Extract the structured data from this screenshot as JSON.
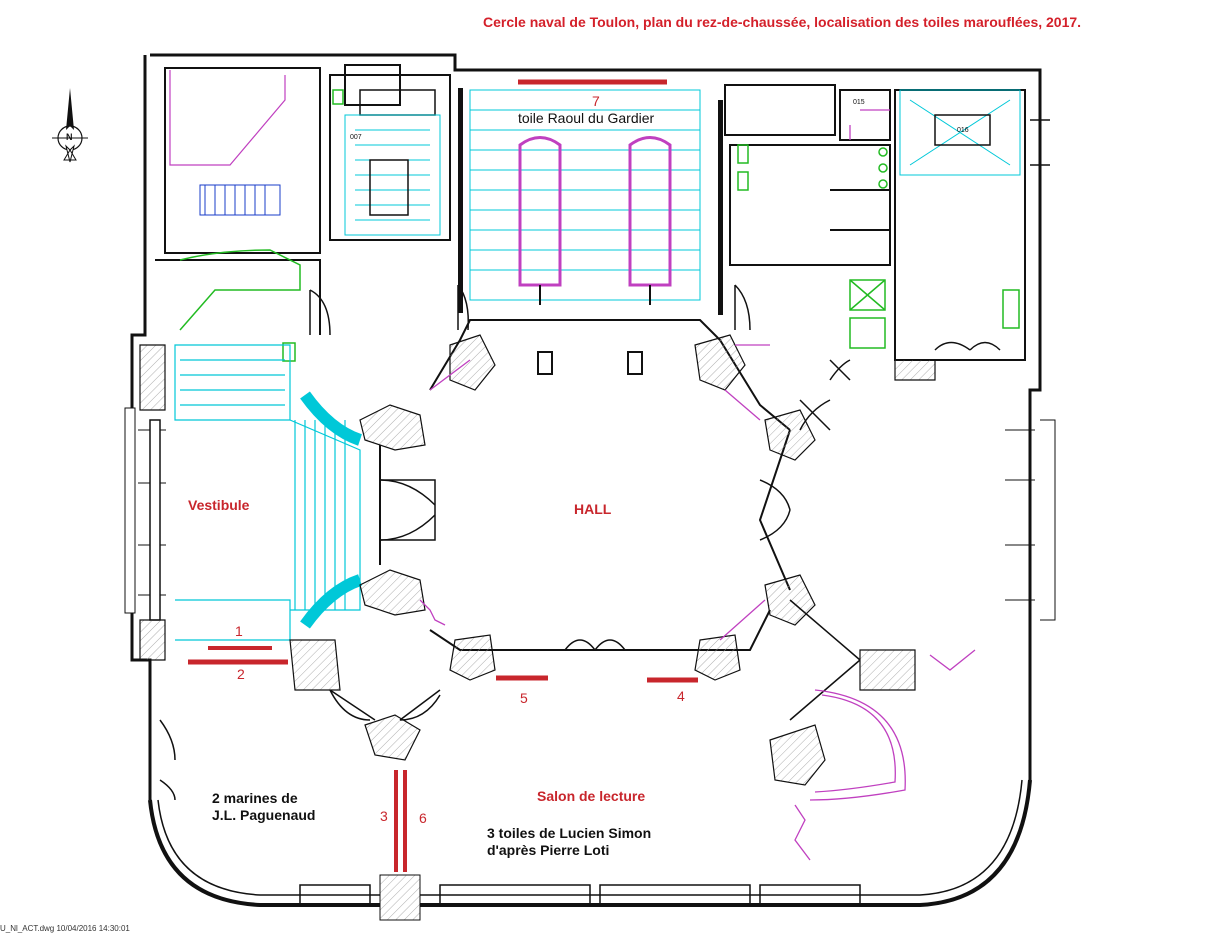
{
  "title": "Cercle naval de Toulon, plan du rez-de-chaussée, localisation des toiles marouflées, 2017.",
  "compass": {
    "letter": "N"
  },
  "rooms": {
    "vestibule": "Vestibule",
    "hall": "HALL",
    "salon": "Salon de lecture"
  },
  "canvas_numbers": {
    "n1": "1",
    "n2": "2",
    "n3": "3",
    "n4": "4",
    "n5": "5",
    "n6": "6",
    "n7": "7"
  },
  "annotations": {
    "raoul": "toile Raoul du Gardier",
    "marines_line1": "2 marines de",
    "marines_line2": "J.L. Paguenaud",
    "simon_line1": "3 toiles de Lucien Simon",
    "simon_line2": "d'après Pierre Loti"
  },
  "room_codes": {
    "r007": "007",
    "r015": "015",
    "r016": "016"
  },
  "footer": "U_Nl_ACT.dwg  10/04/2016 14:30:01",
  "colors": {
    "wall": "#111111",
    "stair": "#00c8d8",
    "door_swing": "#c040c0",
    "canvas": "#c8262c",
    "sanitary": "#22bb22",
    "title": "#d4202a"
  }
}
